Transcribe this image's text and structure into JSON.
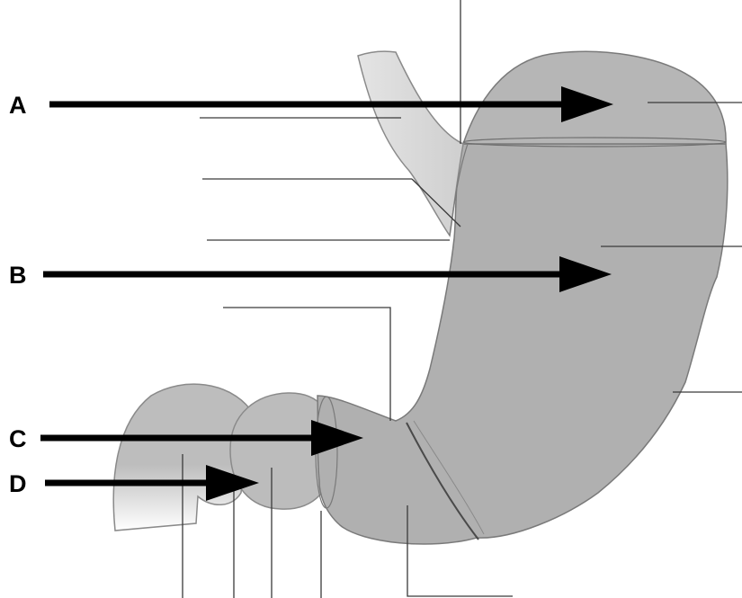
{
  "labels": [
    {
      "id": "label-a",
      "text": "A"
    },
    {
      "id": "label-b",
      "text": "B"
    },
    {
      "id": "label-c",
      "text": "C"
    },
    {
      "id": "label-d",
      "text": "D"
    }
  ],
  "colors": {
    "organ_fill": "#b0b0b0",
    "organ_light": "#d2d2d2",
    "outline": "#6e6e6e",
    "leader_line": "#3a3a3a",
    "arrow": "#000000"
  }
}
